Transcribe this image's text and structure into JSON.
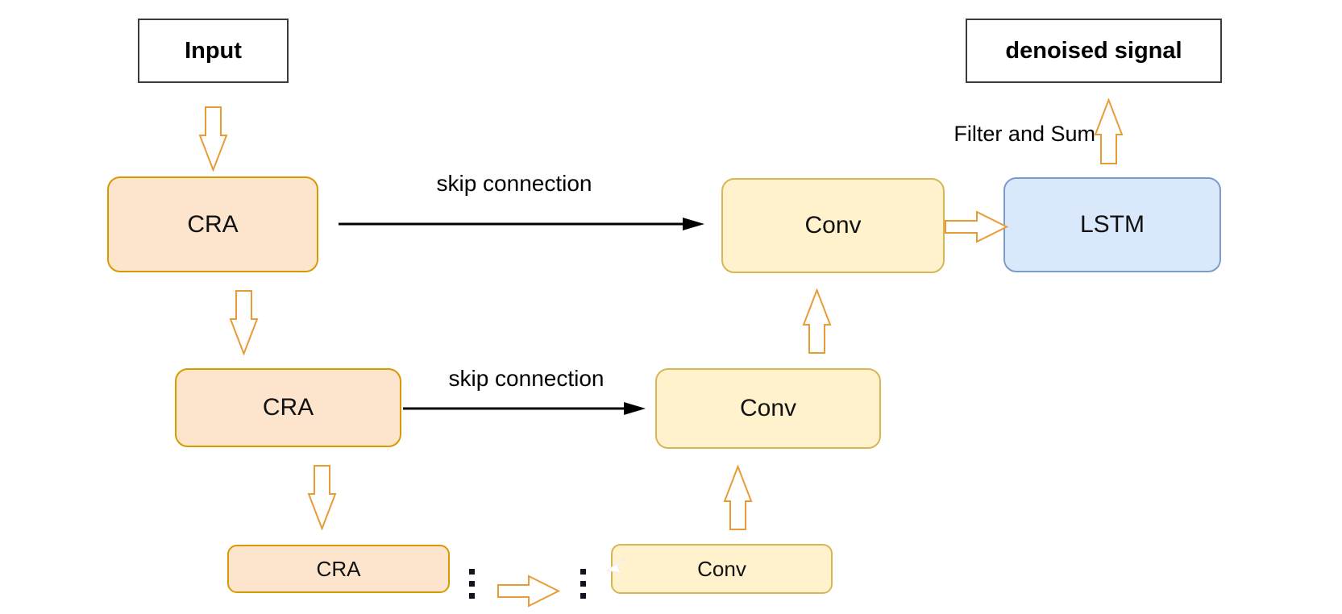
{
  "diagram": {
    "nodes": {
      "input": {
        "label": "Input"
      },
      "denoised": {
        "label": "denoised signal"
      },
      "cra1": {
        "label": "CRA"
      },
      "cra2": {
        "label": "CRA"
      },
      "cra3": {
        "label": "CRA"
      },
      "conv1": {
        "label": "Conv"
      },
      "conv2": {
        "label": "Conv"
      },
      "conv3": {
        "label": "Conv"
      },
      "lstm": {
        "label": "LSTM"
      }
    },
    "labels": {
      "skip_top": "skip connection",
      "skip_mid": "skip connection",
      "filter_sum": "Filter and Sum"
    },
    "icons": {
      "cursor": "mouse-pointer-icon",
      "ellipsis_left": "vertical-ellipsis",
      "ellipsis_right": "vertical-ellipsis"
    },
    "colors": {
      "background": "#FFFFFF",
      "cra_fill": "#FCE5CC",
      "cra_border": "#D79B00",
      "conv_fill": "#FFF2CC",
      "conv_border": "#D6B656",
      "lstm_fill": "#DAE8FC",
      "lstm_border": "#7D9BC9",
      "io_border": "#3B3B3B",
      "arrow_orange": "#E89C35",
      "arrow_black": "#000000",
      "text": "#000000"
    }
  }
}
